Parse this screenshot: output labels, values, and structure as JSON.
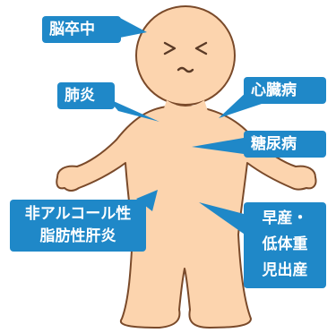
{
  "labels": {
    "stroke": "脳卒中",
    "pneumonia": "肺炎",
    "heart_disease": "心臓病",
    "diabetes": "糖尿病",
    "nafld": [
      "非アルコール性",
      "脂肪性肝炎"
    ],
    "preterm": [
      "早産・",
      "低体重",
      "児出産"
    ]
  },
  "colors": {
    "label_bg": "#1f88c8",
    "label_text": "#ffffff",
    "body_fill": "#fcd4ae",
    "body_outline": "#7a4a2a"
  },
  "icons": {
    "figure": "human-body-illustration",
    "face": "squinting-face"
  }
}
